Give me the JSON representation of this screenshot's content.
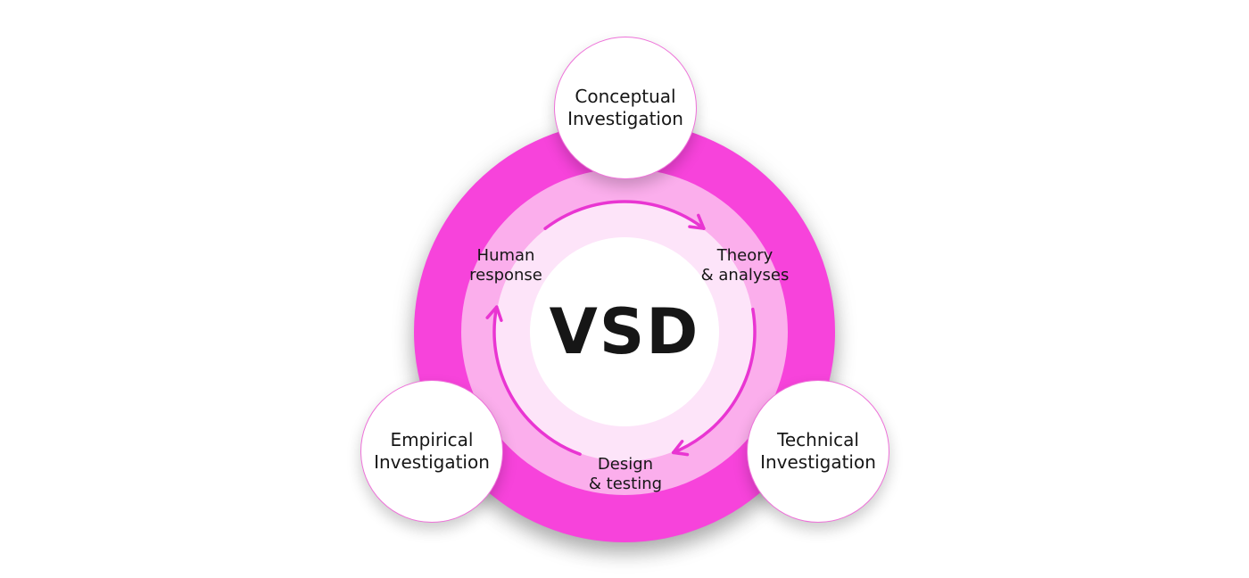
{
  "diagram": {
    "center_label": "VSD"
  },
  "nodes": {
    "conceptual": {
      "line1": "Conceptual",
      "line2": "Investigation"
    },
    "empirical": {
      "line1": "Empirical",
      "line2": "Investigation"
    },
    "technical": {
      "line1": "Technical",
      "line2": "Investigation"
    }
  },
  "cycle": {
    "human_response": {
      "line1": "Human",
      "line2": "response"
    },
    "theory_analyses": {
      "line1": "Theory",
      "line2": "& analyses"
    },
    "design_testing": {
      "line1": "Design",
      "line2": "& testing"
    }
  },
  "colors": {
    "ring_outer": "#f743db",
    "ring_mid": "#fbaeec",
    "ring_inner": "#fde4f9",
    "center_fill": "#ffffff",
    "arrow": "#e935d2",
    "node_border": "#ee72d9",
    "node_fill": "#ffffff",
    "text": "#161616",
    "bg": "#ffffff"
  }
}
